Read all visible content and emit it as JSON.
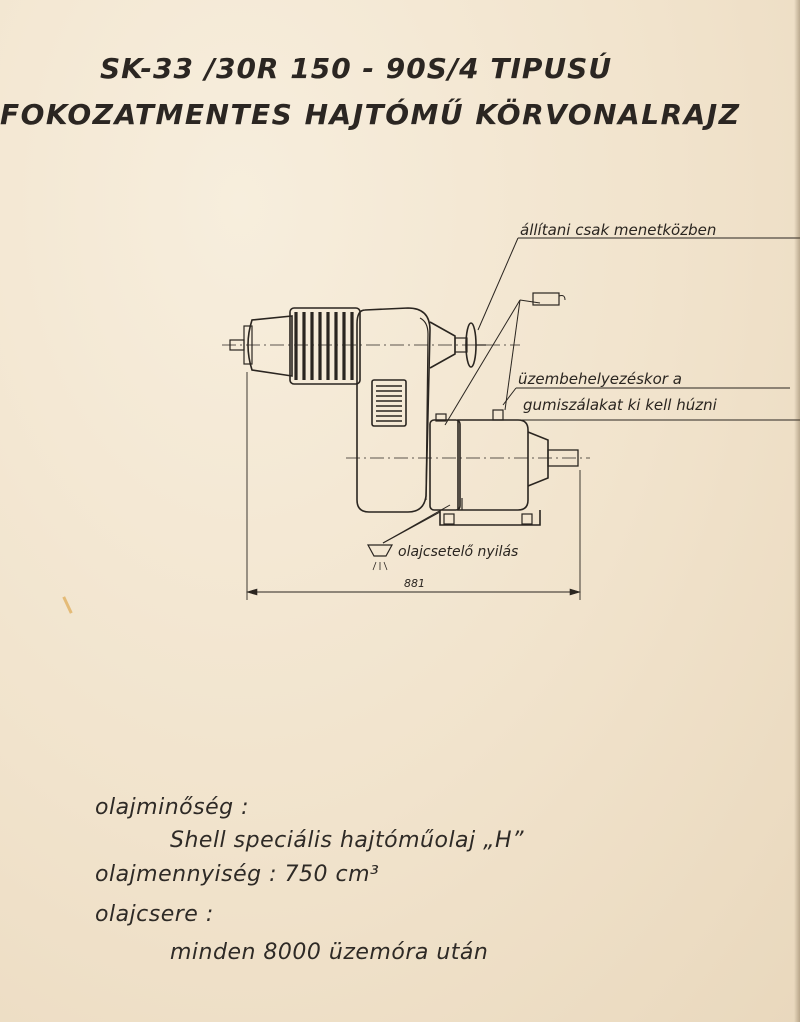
{
  "title": {
    "line1": "SK-33 /30R 150 - 90S/4 TIPUSÚ",
    "line2": "FOKOZATMENTES HAJTÓMŰ KÖRVONALRAJZ"
  },
  "drawing": {
    "label_adjust": "állítani csak menetközben",
    "label_rubber_line1": "üzembehelyezéskor a",
    "label_rubber_line2": "gumiszálakat ki kell húzni",
    "label_drain": "olajcsetelő nyilás",
    "dimension": "881"
  },
  "notes": {
    "oil_quality_label": "olajminőség :",
    "oil_quality_value": "Shell speciális hajtóműolaj „H”",
    "oil_quantity": "olajmennyiség :  750 cm³",
    "oil_change_label": "olajcsere :",
    "oil_change_value": "minden  8000  üzemóra  után"
  }
}
